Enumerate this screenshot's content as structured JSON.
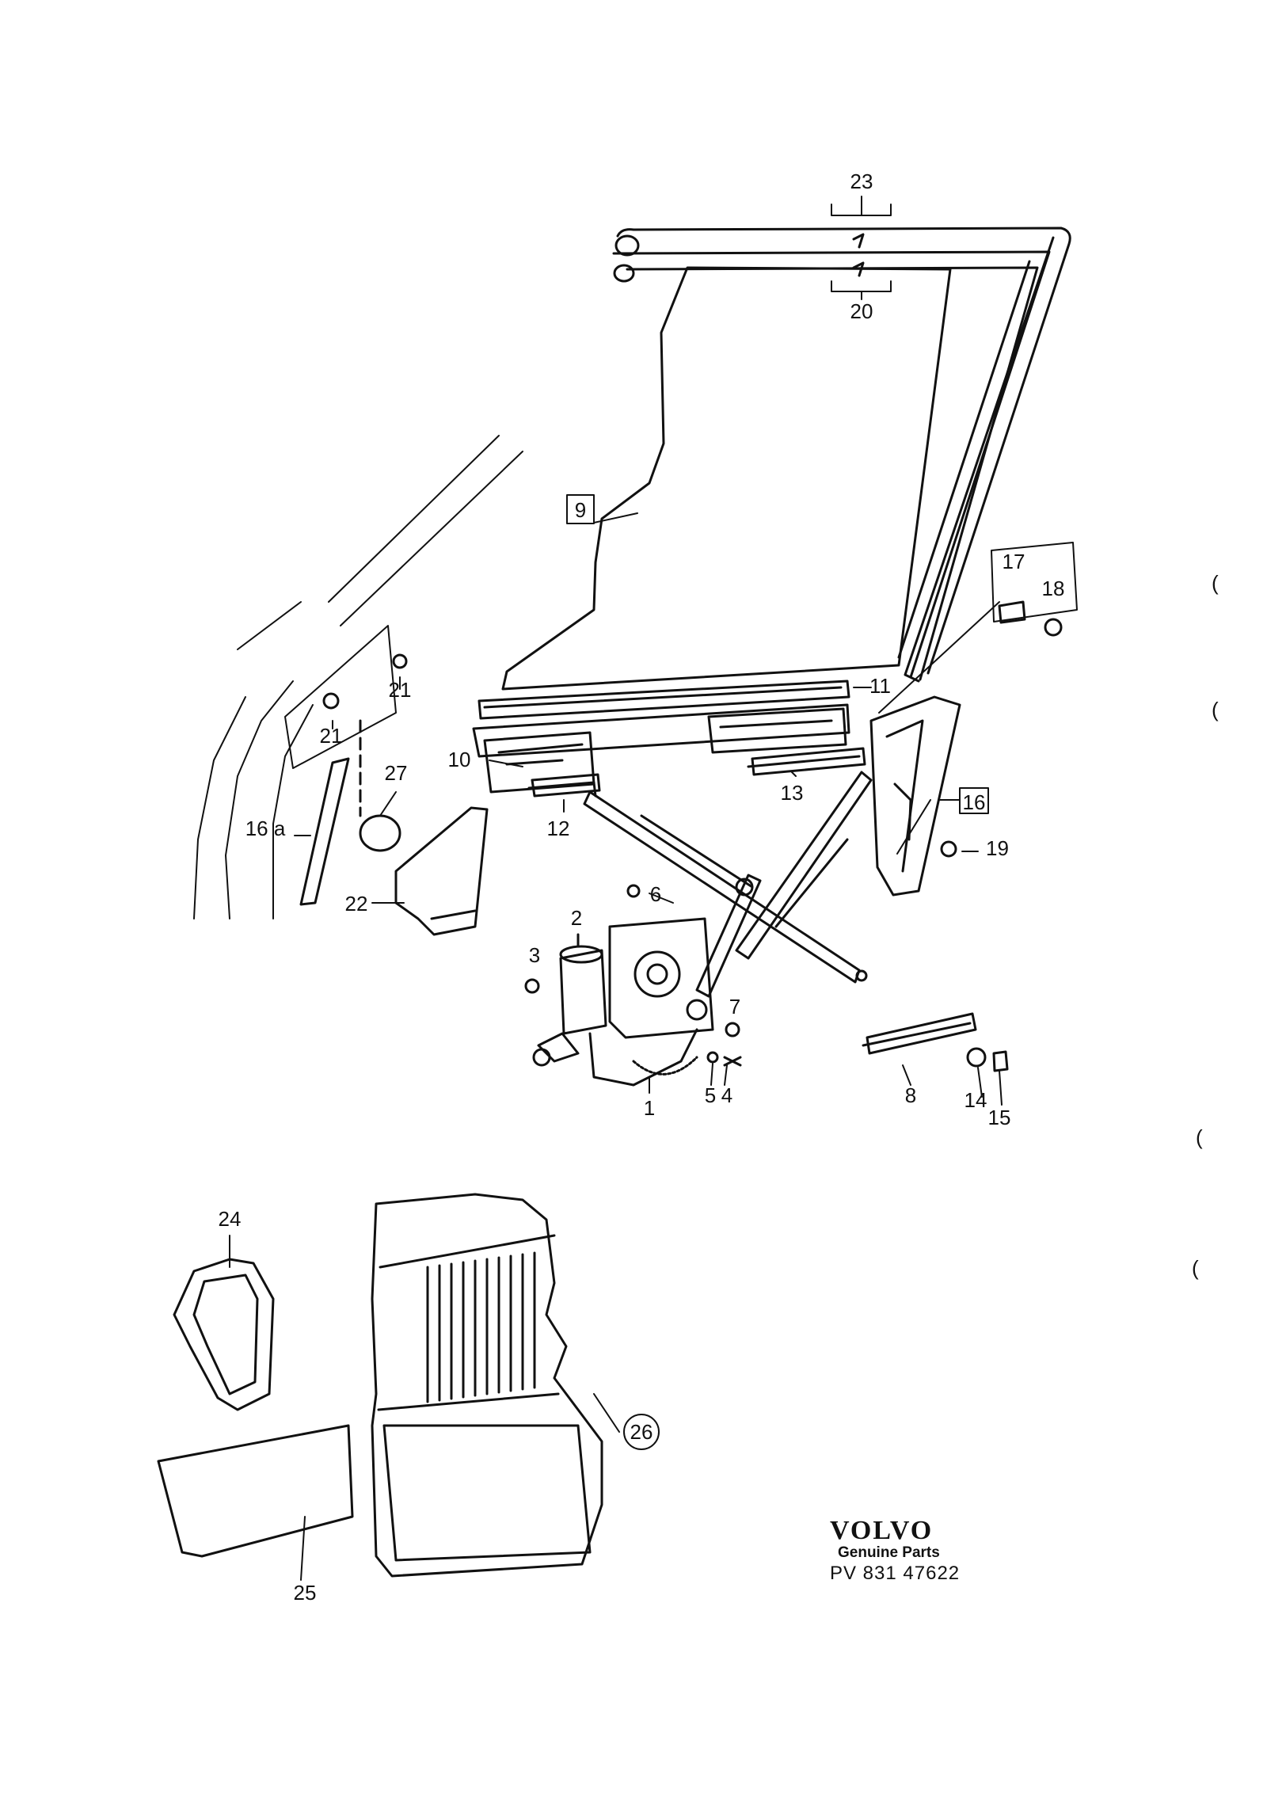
{
  "callouts": {
    "c1": "1",
    "c2": "2",
    "c3": "3",
    "c4": "4",
    "c5": "5",
    "c6": "6",
    "c7": "7",
    "c8": "8",
    "c9": "9",
    "c10": "10",
    "c11": "11",
    "c12": "12",
    "c13": "13",
    "c14": "14",
    "c15": "15",
    "c16": "16",
    "c16a": "16 a",
    "c17": "17",
    "c18": "18",
    "c19": "19",
    "c20": "20",
    "c21a": "21",
    "c21b": "21",
    "c22": "22",
    "c23": "23",
    "c24": "24",
    "c25": "25",
    "c26": "26",
    "c27": "27"
  },
  "footer": {
    "brand": "VOLVO",
    "subtitle": "Genuine Parts",
    "part_number": "PV  831 47622"
  },
  "margin_marks": [
    "(",
    "(",
    "(",
    "("
  ]
}
